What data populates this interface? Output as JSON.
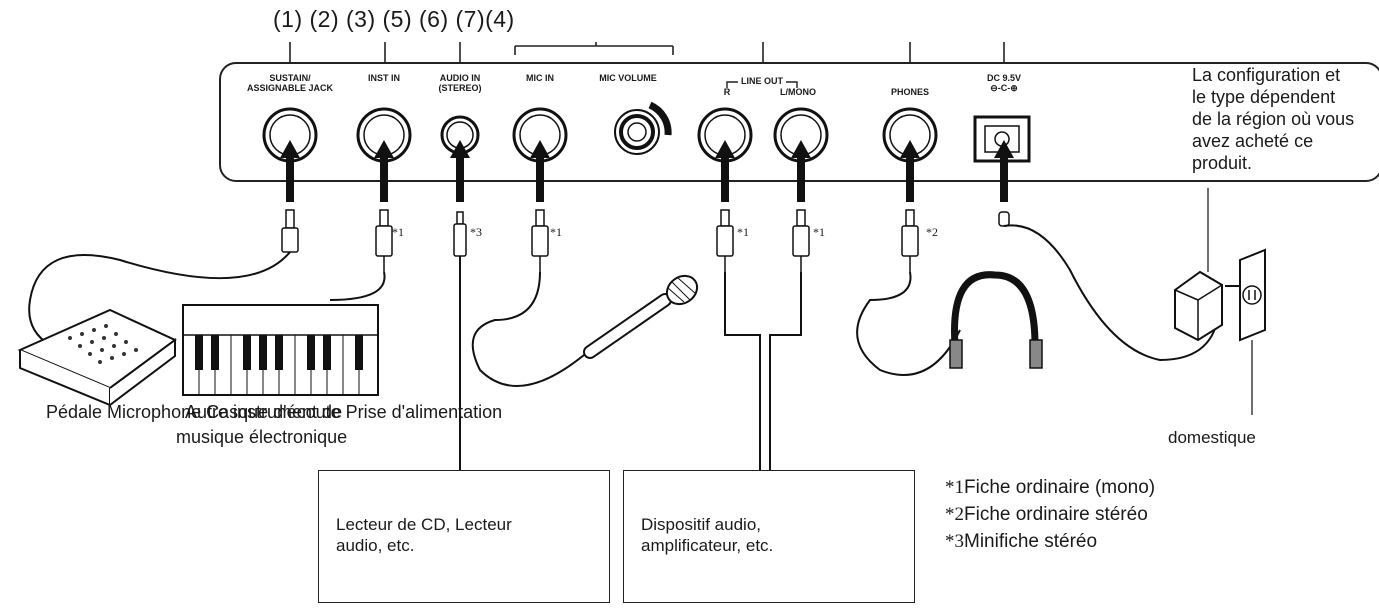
{
  "top_numbers": "(1) (2) (3) (5) (6) (7)(4)",
  "ports": [
    {
      "id": "sustain",
      "line1": "SUSTAIN/",
      "line2": "ASSIGNABLE JACK"
    },
    {
      "id": "inst",
      "line1": "INST IN",
      "line2": ""
    },
    {
      "id": "audio",
      "line1": "AUDIO IN",
      "line2": "(STEREO)"
    },
    {
      "id": "mic",
      "line1": "MIC IN",
      "line2": ""
    },
    {
      "id": "micvol",
      "line1": "MIC VOLUME",
      "line2": ""
    },
    {
      "id": "lineout",
      "line1": "LINE OUT",
      "line2": ""
    },
    {
      "id": "r",
      "line1": "R",
      "line2": ""
    },
    {
      "id": "lmono",
      "line1": "L/MONO",
      "line2": ""
    },
    {
      "id": "phones",
      "line1": "PHONES",
      "line2": ""
    },
    {
      "id": "dc",
      "line1": "DC 9.5V",
      "line2": "⊖-C-⊕"
    }
  ],
  "plug_notes": {
    "inst": "*1",
    "audio": "*3",
    "mic": "*1",
    "r": "*1",
    "lmono": "*1",
    "phones": "*2"
  },
  "region_note": [
    "La configuration et",
    "le type dépendent",
    "de la région où vous",
    "avez acheté ce",
    "produit."
  ],
  "device_labels_overlapped": "Pédale Microphone Casque d'écoute Prise d'alimentation",
  "device_labels_overlapped_2": "Autre instrument de",
  "keyboard_label_line2": "musique électronique",
  "outlet_label": "domestique",
  "box_cd": [
    "Lecteur de CD, Lecteur",
    "audio, etc."
  ],
  "box_audio": [
    "Dispositif audio,",
    "amplificateur, etc."
  ],
  "legend": [
    {
      "mark": "*1",
      "text": "Fiche ordinaire (mono)"
    },
    {
      "mark": "*2",
      "text": "Fiche ordinaire stéréo"
    },
    {
      "mark": "*3",
      "text": "Minifiche stéréo"
    }
  ]
}
